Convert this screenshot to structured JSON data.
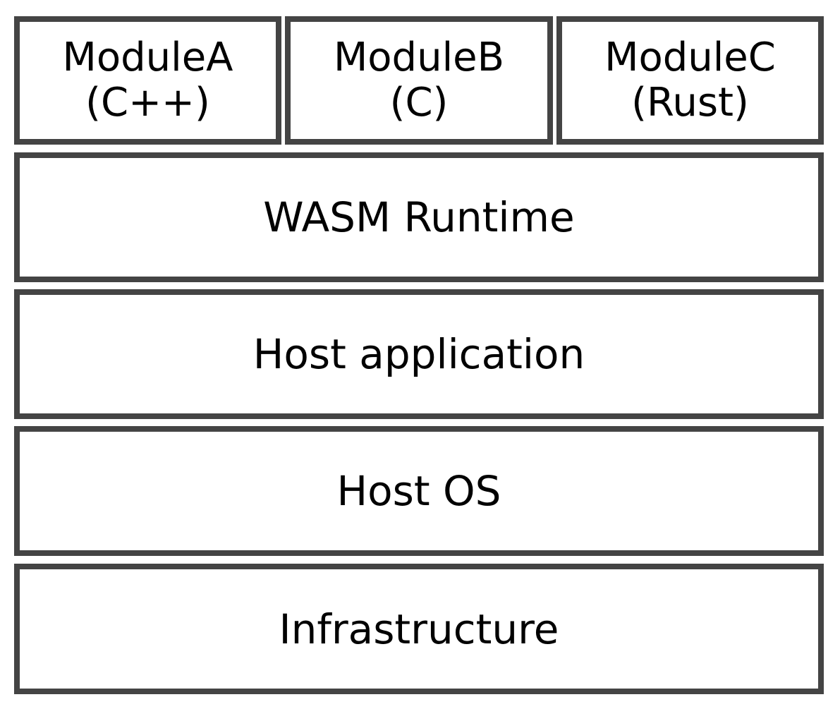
{
  "modules": [
    {
      "name": "ModuleA",
      "language": "(C++)"
    },
    {
      "name": "ModuleB",
      "language": "(C)"
    },
    {
      "name": "ModuleC",
      "language": "(Rust)"
    }
  ],
  "layers": [
    {
      "label": "WASM Runtime"
    },
    {
      "label": "Host application"
    },
    {
      "label": "Host OS"
    },
    {
      "label": "Infrastructure"
    }
  ],
  "colors": {
    "border": "#444444",
    "text": "#000000",
    "background": "#ffffff"
  }
}
